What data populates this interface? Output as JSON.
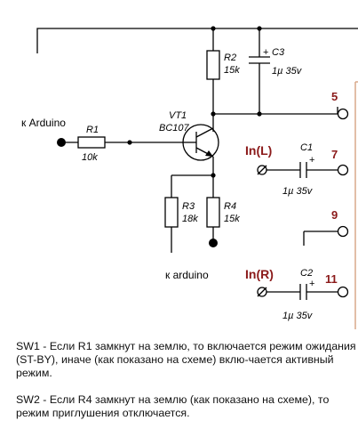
{
  "labels": {
    "arduino_left": "к Arduino",
    "arduino_bottom": "к arduino",
    "r1_name": "R1",
    "r1_value": "10k",
    "r2_name": "R2",
    "r2_value": "15k",
    "r3_name": "R3",
    "r3_value": "18k",
    "r4_name": "R4",
    "r4_value": "15k",
    "vt1_name": "VT1",
    "vt1_type": "BC107",
    "c1_name": "C1",
    "c1_value": "1µ 35v",
    "c2_name": "C2",
    "c2_value": "1µ 35v",
    "c3_name": "C3",
    "c3_value": "1µ 35v",
    "plus": "+",
    "in_left": "In(L)",
    "in_right": "In(R)"
  },
  "pins": [
    "5",
    "7",
    "9",
    "11"
  ],
  "notes": {
    "sw1": "SW1 - Если R1 замкнут на землю, то включается режим ожидания (ST-BY), иначе  (как показано на схеме) вклю-чается активный режим.",
    "sw2": "SW2 - Если R4 замкнут на землю (как показано на схеме), то режим приглушения отключается."
  },
  "colors": {
    "wire": "#000000",
    "pin_label": "#8b1a1a",
    "chip_outline": "#d9a98a"
  }
}
